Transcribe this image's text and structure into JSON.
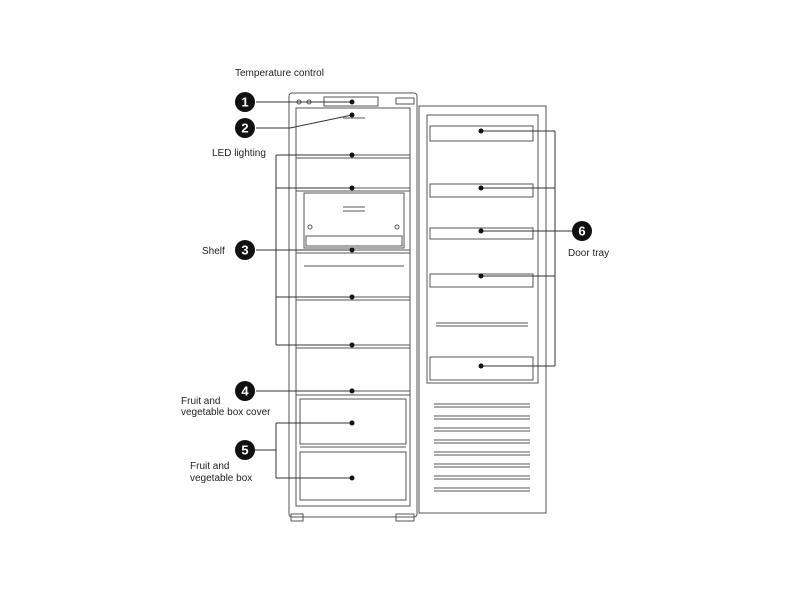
{
  "labels": {
    "temperature_control": "Temperature control",
    "led_lighting": "LED lighting",
    "shelf": "Shelf",
    "cover_line1": "Fruit and",
    "cover_line2": "vegetable box cover",
    "box_line1": "Fruit and",
    "box_line2": "vegetable box",
    "door_tray": "Door tray"
  },
  "callouts": [
    "1",
    "2",
    "3",
    "4",
    "5",
    "6"
  ],
  "colors": {
    "line": "#333333",
    "badge": "#111111",
    "badge_text": "#ffffff"
  }
}
